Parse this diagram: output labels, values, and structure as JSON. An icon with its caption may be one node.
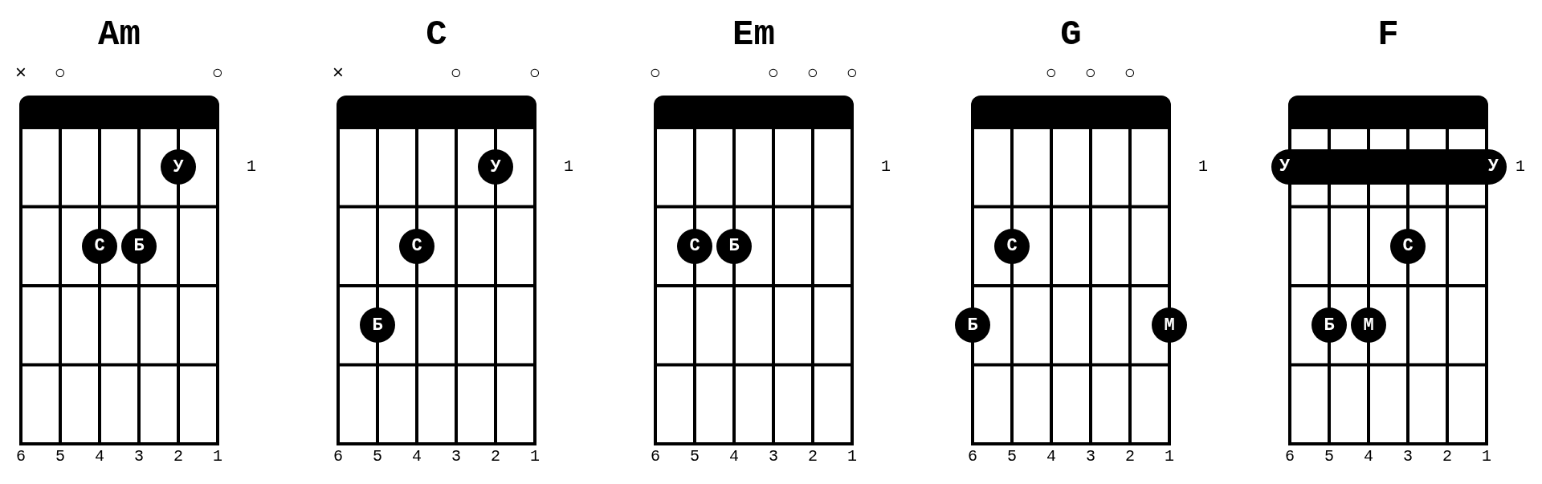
{
  "diagram": {
    "nodes": [
      {
        "text": [
          "Am"
        ],
        "beside": [
          "×",
          "○",
          "○",
          "1",
          "6",
          "5",
          "4",
          "3",
          "2",
          "1"
        ]
      },
      {
        "text": [
          "У"
        ],
        "in": 0
      },
      {
        "text": [
          "С"
        ],
        "in": 0
      },
      {
        "text": [
          "Б"
        ],
        "in": 0
      },
      {
        "text": [
          "C"
        ],
        "beside": [
          "×",
          "○",
          "○",
          "1",
          "6",
          "5",
          "4",
          "3",
          "2",
          "1"
        ]
      },
      {
        "text": [
          "У"
        ],
        "in": 4
      },
      {
        "text": [
          "С"
        ],
        "in": 4
      },
      {
        "text": [
          "Б"
        ],
        "in": 4
      },
      {
        "text": [
          "Em"
        ],
        "beside": [
          "○",
          "○",
          "○",
          "○",
          "1",
          "6",
          "5",
          "4",
          "3",
          "2",
          "1"
        ]
      },
      {
        "text": [
          "С"
        ],
        "in": 8
      },
      {
        "text": [
          "Б"
        ],
        "in": 8
      },
      {
        "text": [
          "G"
        ],
        "beside": [
          "○",
          "○",
          "○",
          "1",
          "6",
          "5",
          "4",
          "3",
          "2",
          "1"
        ]
      },
      {
        "text": [
          "С"
        ],
        "in": 11
      },
      {
        "text": [
          "Б"
        ],
        "in": 11
      },
      {
        "text": [
          "М"
        ],
        "in": 11
      },
      {
        "text": [
          "F"
        ],
        "beside": [
          "6",
          "5",
          "4",
          "3",
          "2",
          "1"
        ]
      },
      {
        "text": [
          "У",
          "У"
        ],
        "in": 15,
        "beside": [
          "1"
        ]
      },
      {
        "text": [
          "С"
        ],
        "in": 15
      },
      {
        "text": [
          "Б"
        ],
        "in": 15
      },
      {
        "text": [
          "М"
        ],
        "in": 15
      }
    ],
    "edges": []
  }
}
